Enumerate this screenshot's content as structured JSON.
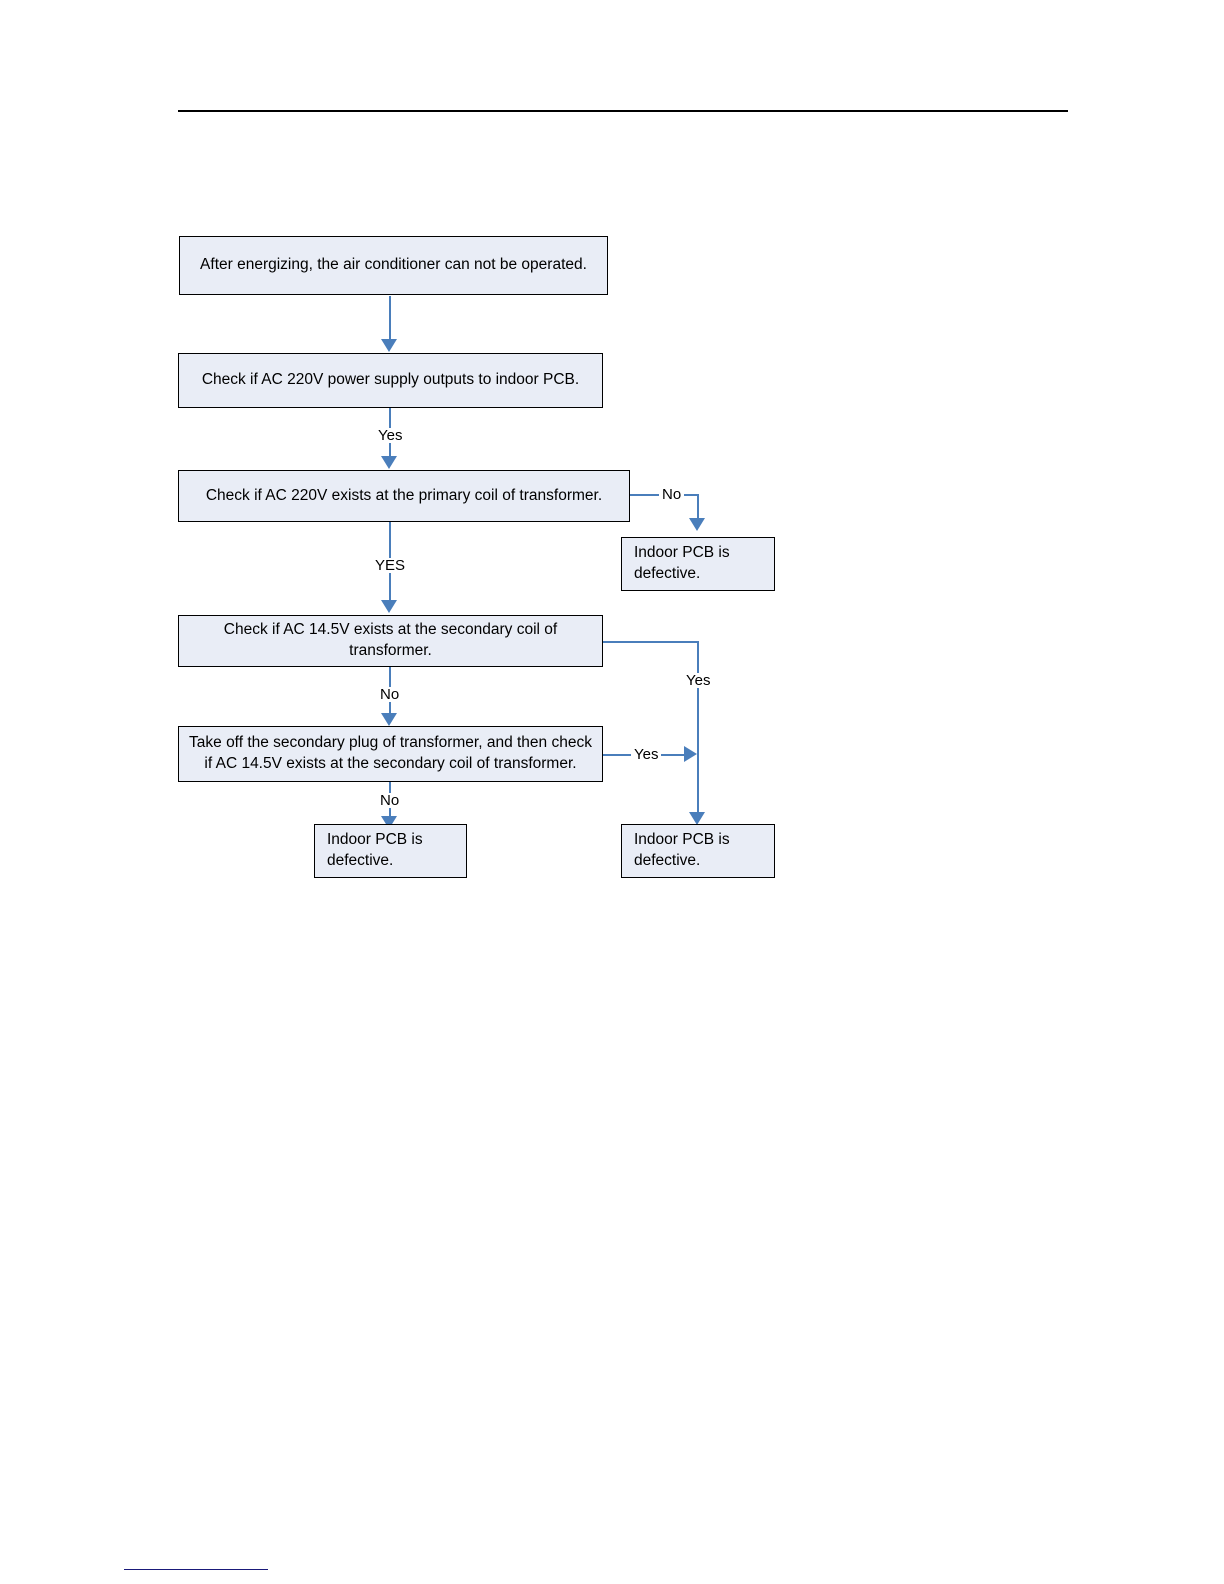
{
  "page": {
    "background_color": "#ffffff",
    "header_rule_color": "#000000",
    "footnote_rule_color": "#1a1a7a"
  },
  "flowchart": {
    "title": "After energizing, the air conditioner can not be operated.",
    "node_fill_color": "#e9edf6",
    "node_border_color": "#000000",
    "connector_color": "#4a7ebb",
    "nodes": [
      {
        "id": "start",
        "label": "After energizing, the air conditioner can not be operated."
      },
      {
        "id": "check-220-pcb",
        "label": "Check if AC 220V power supply outputs to indoor PCB."
      },
      {
        "id": "check-220-primary",
        "label": "Check if AC 220V exists at the primary coil of transformer."
      },
      {
        "id": "pcb-defective-1",
        "label": "Indoor PCB is defective."
      },
      {
        "id": "check-145-secondary",
        "label": "Check if AC 14.5V exists at the secondary coil of transformer."
      },
      {
        "id": "take-off-plug",
        "label": "Take off the secondary plug of transformer, and then check if AC 14.5V exists at the secondary coil of transformer."
      },
      {
        "id": "pcb-defective-2",
        "label": "Indoor PCB is defective."
      },
      {
        "id": "pcb-defective-3",
        "label": "Indoor PCB is defective."
      }
    ],
    "edge_labels": {
      "yes_1": "Yes",
      "no_1": "No",
      "yes_2": "YES",
      "no_2": "No",
      "yes_3": "Yes",
      "yes_4": "Yes",
      "no_3": "No"
    }
  }
}
